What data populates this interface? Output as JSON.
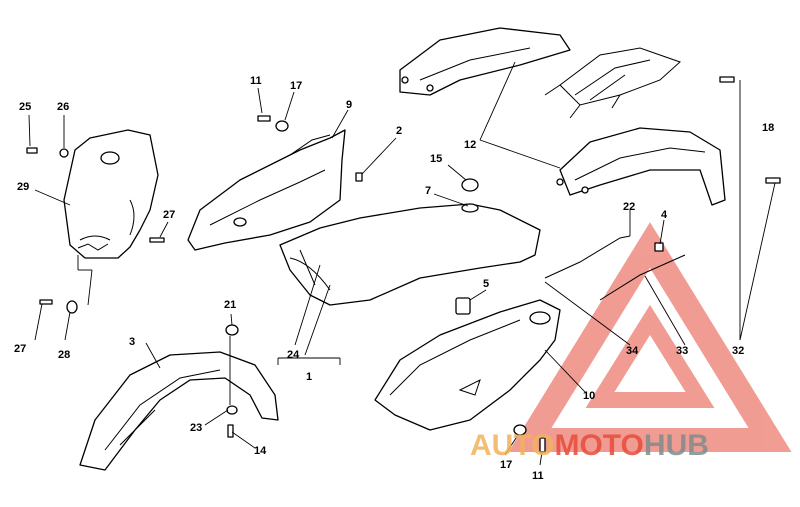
{
  "callouts": [
    {
      "id": "c25",
      "text": "25"
    },
    {
      "id": "c26",
      "text": "26"
    },
    {
      "id": "c29",
      "text": "29"
    },
    {
      "id": "c27a",
      "text": "27"
    },
    {
      "id": "c27b",
      "text": "27"
    },
    {
      "id": "c28",
      "text": "28"
    },
    {
      "id": "c11a",
      "text": "11"
    },
    {
      "id": "c17a",
      "text": "17"
    },
    {
      "id": "c9",
      "text": "9"
    },
    {
      "id": "c2",
      "text": "2"
    },
    {
      "id": "c15",
      "text": "15"
    },
    {
      "id": "c7",
      "text": "7"
    },
    {
      "id": "c12",
      "text": "12"
    },
    {
      "id": "c18",
      "text": "18"
    },
    {
      "id": "c22",
      "text": "22"
    },
    {
      "id": "c4",
      "text": "4"
    },
    {
      "id": "c5",
      "text": "5"
    },
    {
      "id": "c21",
      "text": "21"
    },
    {
      "id": "c3",
      "text": "3"
    },
    {
      "id": "c24",
      "text": "24"
    },
    {
      "id": "c1",
      "text": "1"
    },
    {
      "id": "c34",
      "text": "34"
    },
    {
      "id": "c33",
      "text": "33"
    },
    {
      "id": "c32",
      "text": "32"
    },
    {
      "id": "c10",
      "text": "10"
    },
    {
      "id": "c23",
      "text": "23"
    },
    {
      "id": "c14",
      "text": "14"
    },
    {
      "id": "c17b",
      "text": "17"
    },
    {
      "id": "c11b",
      "text": "11"
    }
  ],
  "watermark": {
    "brand": [
      "AUTO",
      "MOTO",
      "HUB"
    ],
    "colors": [
      "#f2b35a",
      "#e74c3c",
      "#7f8c8d"
    ],
    "triangle_color": "#e74c3c"
  }
}
